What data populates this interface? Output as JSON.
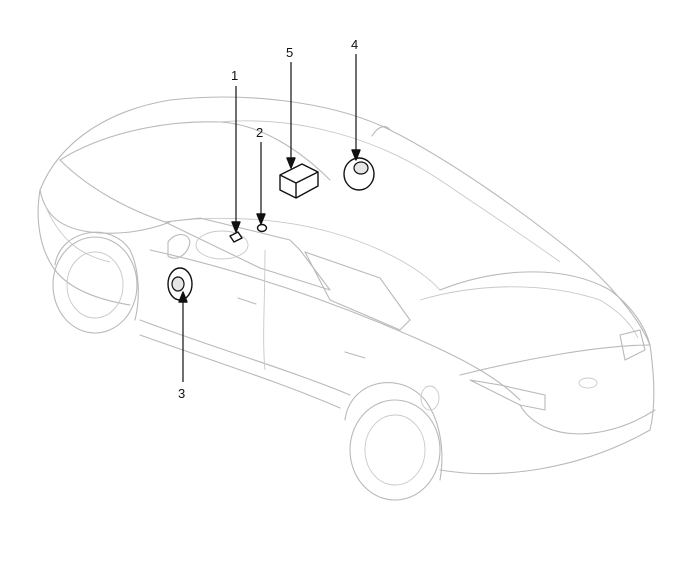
{
  "callouts": [
    {
      "id": "1",
      "label": "1"
    },
    {
      "id": "2",
      "label": "2"
    },
    {
      "id": "3",
      "label": "3"
    },
    {
      "id": "4",
      "label": "4"
    },
    {
      "id": "5",
      "label": "5"
    }
  ],
  "colors": {
    "outline": "#b9b9b9",
    "part": "#111111",
    "background": "#ffffff"
  }
}
